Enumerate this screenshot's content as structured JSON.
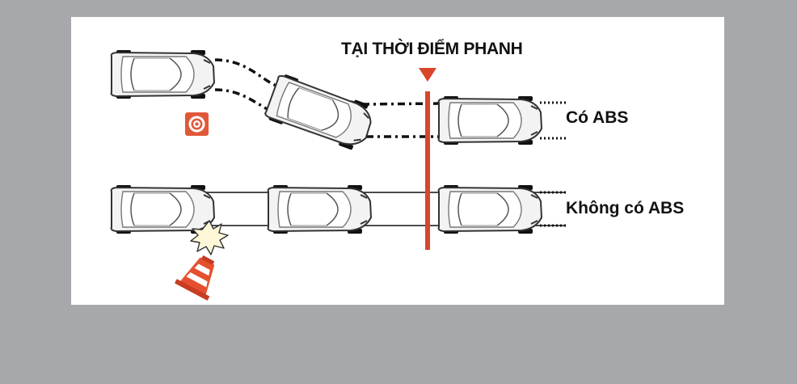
{
  "diagram": {
    "title": "TẠI THỜI ĐIỂM PHANH",
    "rows": [
      {
        "label": "Có ABS"
      },
      {
        "label": "Không có ABS"
      }
    ],
    "colors": {
      "background": "#a7a8ac",
      "panel": "#ffffff",
      "brake_line": "#d9452b",
      "cone": "#e5502f",
      "car_body": "#f3f3f3",
      "car_outline": "#333333",
      "wheels": "#111111",
      "track": "#111111"
    },
    "icons": [
      "car-icon",
      "target-warning-icon",
      "collision-burst-icon",
      "traffic-cone-icon",
      "brake-marker-icon"
    ]
  }
}
